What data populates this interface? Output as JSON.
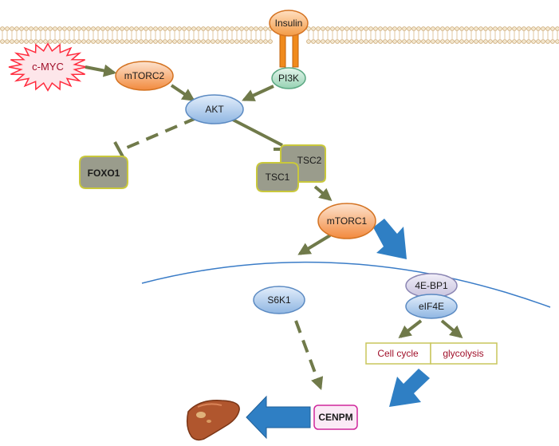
{
  "nodes": {
    "insulin": "Insulin",
    "cmyc": "c-MYC",
    "mtorc2": "mTORC2",
    "pi3k": "PI3K",
    "akt": "AKT",
    "foxo1": "FOXO1",
    "tsc1": "TSC1",
    "tsc2": "TSC2",
    "mtorc1": "mTORC1",
    "s6k1": "S6K1",
    "ebp1": "4E-BP1",
    "eif4e": "eIF4E",
    "cell_cycle": "Cell cycle",
    "glycolysis": "glycolysis",
    "cenpm": "CENPM"
  },
  "colors": {
    "arrow": "#707a4a",
    "membrane": "#d9b98a",
    "receptor": "#f08a1c",
    "oval_blue": "#9cc0e6",
    "oval_orange": "#f5a262",
    "oval_green": "#a9dcc2",
    "gray_box": "#9a9c8c",
    "gray_border": "#c9c83c",
    "star": "#ff2a3c",
    "nuclear_line": "#3a7cc7",
    "blue_arrow": "#2f7fc4",
    "magenta": "#d0279c",
    "red_text": "#a0102a",
    "box_border": "#c9c65c"
  }
}
